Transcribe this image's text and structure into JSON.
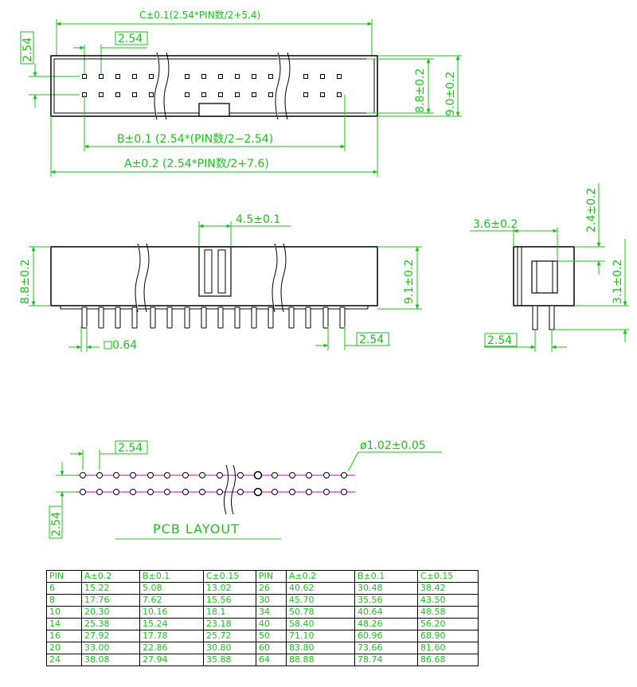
{
  "top_view": {
    "c_dim": "C±0.1(2.54*PIN数/2+5.4)",
    "pitch_top": "2.54",
    "pitch_left": "2.54",
    "b_dim": "B±0.1 (2.54*(PIN数/2−2.54)",
    "a_dim": "A±0.2 (2.54*PIN数/2+7.6)",
    "h_inner": "8.8±0.2",
    "h_outer": "9.0±0.2"
  },
  "front_view": {
    "key_width": "4.5±0.1",
    "height": "8.8±0.2",
    "height_total": "9.1±0.2",
    "pin_size": "0.64",
    "pitch": "2.54"
  },
  "side_view": {
    "width": "3.6±0.2",
    "top_height": "2.4±0.2",
    "pin_length": "3.1±0.2",
    "pitch": "2.54"
  },
  "pcb_layout": {
    "title": "PCB LAYOUT",
    "pitch_top": "2.54",
    "pitch_left": "2.54",
    "hole": "ø1.02±0.05"
  },
  "table": {
    "headers": [
      "PIN",
      "A±0.2",
      "B±0.1",
      "C±0.15",
      "PIN",
      "A±0.2",
      "B±0.1",
      "C±0.15"
    ],
    "rows": [
      [
        "6",
        "15.22",
        "5.08",
        "13.02",
        "26",
        "40.62",
        "30.48",
        "38.42"
      ],
      [
        "8",
        "17.76",
        "7.62",
        "15.56",
        "30",
        "45.70",
        "35.56",
        "43.50"
      ],
      [
        "10",
        "20.30",
        "10.16",
        "18.1",
        "34",
        "50.78",
        "40.64",
        "48.58"
      ],
      [
        "14",
        "25.38",
        "15.24",
        "23.18",
        "40",
        "58.40",
        "48.26",
        "56.20"
      ],
      [
        "16",
        "27.92",
        "17.78",
        "25.72",
        "50",
        "71.10",
        "60.96",
        "68.90"
      ],
      [
        "20",
        "33.00",
        "22.86",
        "30.80",
        "60",
        "83.80",
        "73.66",
        "81.60"
      ],
      [
        "24",
        "38.08",
        "27.94",
        "35.88",
        "64",
        "88.88",
        "78.74",
        "86.68"
      ]
    ]
  },
  "colors": {
    "dimension": "#1fbf1f",
    "outline": "#000000",
    "pcb_line": "#cc00cc"
  }
}
